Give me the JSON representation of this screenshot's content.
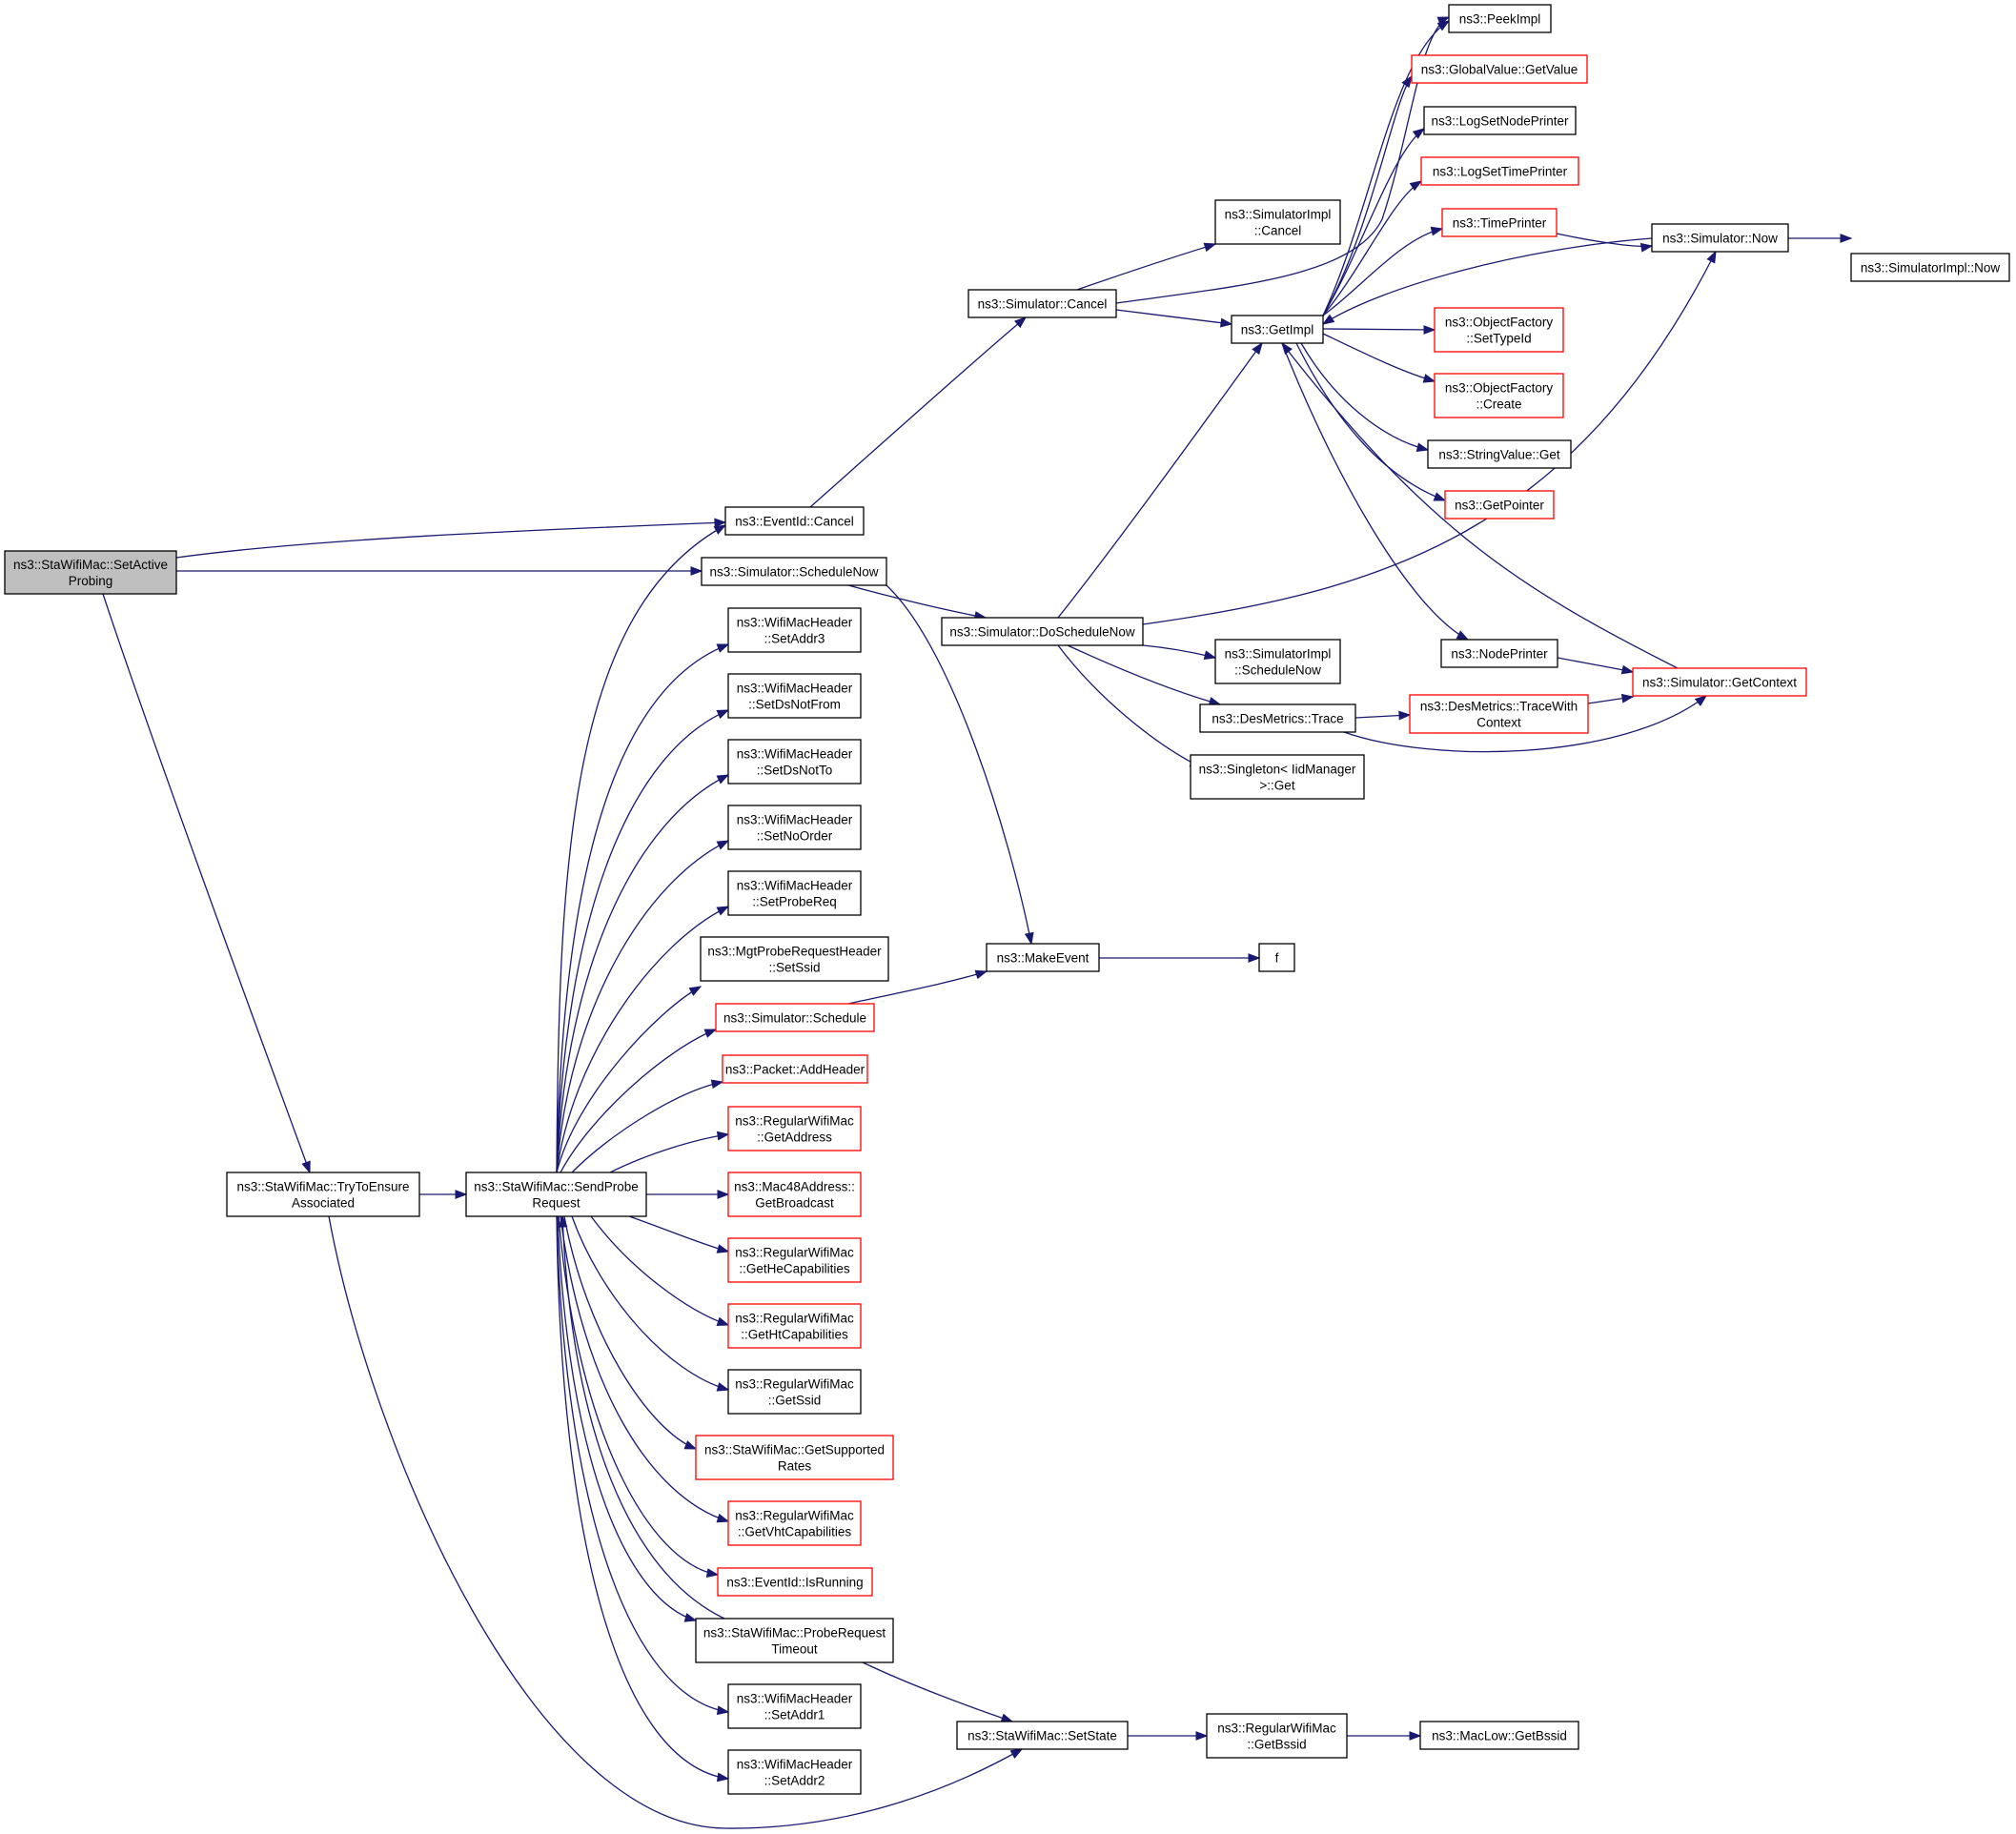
{
  "colors": {
    "edge": "#191970",
    "border_normal": "#000000",
    "border_truncated": "#ff0000",
    "root_fill": "#bfbfbf",
    "node_fill": "#ffffff"
  },
  "nodes": {
    "setActiveProbing": {
      "lines": [
        "ns3::StaWifiMac::SetActive",
        "Probing"
      ],
      "kind": "root"
    },
    "tryToEnsure": {
      "lines": [
        "ns3::StaWifiMac::TryToEnsure",
        "Associated"
      ],
      "kind": "normal"
    },
    "sendProbe": {
      "lines": [
        "ns3::StaWifiMac::SendProbe",
        "Request"
      ],
      "kind": "normal"
    },
    "eventCancel": {
      "lines": [
        "ns3::EventId::Cancel"
      ],
      "kind": "normal"
    },
    "schedNow": {
      "lines": [
        "ns3::Simulator::ScheduleNow"
      ],
      "kind": "normal"
    },
    "setAddr3": {
      "lines": [
        "ns3::WifiMacHeader",
        "::SetAddr3"
      ],
      "kind": "normal"
    },
    "setDsNotFrom": {
      "lines": [
        "ns3::WifiMacHeader",
        "::SetDsNotFrom"
      ],
      "kind": "normal"
    },
    "setDsNotTo": {
      "lines": [
        "ns3::WifiMacHeader",
        "::SetDsNotTo"
      ],
      "kind": "normal"
    },
    "setNoOrder": {
      "lines": [
        "ns3::WifiMacHeader",
        "::SetNoOrder"
      ],
      "kind": "normal"
    },
    "setProbeReq": {
      "lines": [
        "ns3::WifiMacHeader",
        "::SetProbeReq"
      ],
      "kind": "normal"
    },
    "mgtSetSsid": {
      "lines": [
        "ns3::MgtProbeRequestHeader",
        "::SetSsid"
      ],
      "kind": "normal"
    },
    "simSchedule": {
      "lines": [
        "ns3::Simulator::Schedule"
      ],
      "kind": "truncated"
    },
    "addHeader": {
      "lines": [
        "ns3::Packet::AddHeader"
      ],
      "kind": "truncated"
    },
    "getAddress": {
      "lines": [
        "ns3::RegularWifiMac",
        "::GetAddress"
      ],
      "kind": "truncated"
    },
    "getBroadcast": {
      "lines": [
        "ns3::Mac48Address::",
        "GetBroadcast"
      ],
      "kind": "truncated"
    },
    "getHeCap": {
      "lines": [
        "ns3::RegularWifiMac",
        "::GetHeCapabilities"
      ],
      "kind": "truncated"
    },
    "getHtCap": {
      "lines": [
        "ns3::RegularWifiMac",
        "::GetHtCapabilities"
      ],
      "kind": "truncated"
    },
    "getSsid": {
      "lines": [
        "ns3::RegularWifiMac",
        "::GetSsid"
      ],
      "kind": "normal"
    },
    "getSupRates": {
      "lines": [
        "ns3::StaWifiMac::GetSupported",
        "Rates"
      ],
      "kind": "truncated"
    },
    "getVhtCap": {
      "lines": [
        "ns3::RegularWifiMac",
        "::GetVhtCapabilities"
      ],
      "kind": "truncated"
    },
    "isRunning": {
      "lines": [
        "ns3::EventId::IsRunning"
      ],
      "kind": "truncated"
    },
    "probeTimeout": {
      "lines": [
        "ns3::StaWifiMac::ProbeRequest",
        "Timeout"
      ],
      "kind": "normal"
    },
    "setAddr1": {
      "lines": [
        "ns3::WifiMacHeader",
        "::SetAddr1"
      ],
      "kind": "normal"
    },
    "setAddr2": {
      "lines": [
        "ns3::WifiMacHeader",
        "::SetAddr2"
      ],
      "kind": "normal"
    },
    "simCancel": {
      "lines": [
        "ns3::Simulator::Cancel"
      ],
      "kind": "normal"
    },
    "doSchedNow": {
      "lines": [
        "ns3::Simulator::DoScheduleNow"
      ],
      "kind": "normal"
    },
    "makeEvent": {
      "lines": [
        "ns3::MakeEvent"
      ],
      "kind": "normal"
    },
    "setState": {
      "lines": [
        "ns3::StaWifiMac::SetState"
      ],
      "kind": "normal"
    },
    "implCancel": {
      "lines": [
        "ns3::SimulatorImpl",
        "::Cancel"
      ],
      "kind": "normal"
    },
    "getImpl": {
      "lines": [
        "ns3::GetImpl"
      ],
      "kind": "normal"
    },
    "implSchedNow": {
      "lines": [
        "ns3::SimulatorImpl",
        "::ScheduleNow"
      ],
      "kind": "normal"
    },
    "desTrace": {
      "lines": [
        "ns3::DesMetrics::Trace"
      ],
      "kind": "normal"
    },
    "singletonGet": {
      "lines": [
        "ns3::Singleton< IidManager",
        ">::Get"
      ],
      "kind": "normal"
    },
    "f": {
      "lines": [
        "f"
      ],
      "kind": "normal"
    },
    "getBssid": {
      "lines": [
        "ns3::RegularWifiMac",
        "::GetBssid"
      ],
      "kind": "normal"
    },
    "peekImpl": {
      "lines": [
        "ns3::PeekImpl"
      ],
      "kind": "normal"
    },
    "gvGetValue": {
      "lines": [
        "ns3::GlobalValue::GetValue"
      ],
      "kind": "truncated"
    },
    "logNodePrinter": {
      "lines": [
        "ns3::LogSetNodePrinter"
      ],
      "kind": "normal"
    },
    "logTimePrinter": {
      "lines": [
        "ns3::LogSetTimePrinter"
      ],
      "kind": "truncated"
    },
    "timePrinter": {
      "lines": [
        "ns3::TimePrinter"
      ],
      "kind": "truncated"
    },
    "ofSetTypeId": {
      "lines": [
        "ns3::ObjectFactory",
        "::SetTypeId"
      ],
      "kind": "truncated"
    },
    "ofCreate": {
      "lines": [
        "ns3::ObjectFactory",
        "::Create"
      ],
      "kind": "truncated"
    },
    "svGet": {
      "lines": [
        "ns3::StringValue::Get"
      ],
      "kind": "normal"
    },
    "getPointer": {
      "lines": [
        "ns3::GetPointer"
      ],
      "kind": "truncated"
    },
    "nodePrinter": {
      "lines": [
        "ns3::NodePrinter"
      ],
      "kind": "normal"
    },
    "traceWithCtx": {
      "lines": [
        "ns3::DesMetrics::TraceWith",
        "Context"
      ],
      "kind": "truncated"
    },
    "macLowBssid": {
      "lines": [
        "ns3::MacLow::GetBssid"
      ],
      "kind": "normal"
    },
    "simNow": {
      "lines": [
        "ns3::Simulator::Now"
      ],
      "kind": "normal"
    },
    "getContext": {
      "lines": [
        "ns3::Simulator::GetContext"
      ],
      "kind": "truncated"
    },
    "implNow": {
      "lines": [
        "ns3::SimulatorImpl::Now"
      ],
      "kind": "normal"
    }
  },
  "edges": [
    [
      "setActiveProbing",
      "eventCancel"
    ],
    [
      "setActiveProbing",
      "schedNow"
    ],
    [
      "setActiveProbing",
      "tryToEnsure"
    ],
    [
      "tryToEnsure",
      "sendProbe"
    ],
    [
      "tryToEnsure",
      "setState"
    ],
    [
      "sendProbe",
      "eventCancel"
    ],
    [
      "sendProbe",
      "setAddr3"
    ],
    [
      "sendProbe",
      "setDsNotFrom"
    ],
    [
      "sendProbe",
      "setDsNotTo"
    ],
    [
      "sendProbe",
      "setNoOrder"
    ],
    [
      "sendProbe",
      "setProbeReq"
    ],
    [
      "sendProbe",
      "mgtSetSsid"
    ],
    [
      "sendProbe",
      "simSchedule"
    ],
    [
      "sendProbe",
      "addHeader"
    ],
    [
      "sendProbe",
      "getAddress"
    ],
    [
      "sendProbe",
      "getBroadcast"
    ],
    [
      "sendProbe",
      "getHeCap"
    ],
    [
      "sendProbe",
      "getHtCap"
    ],
    [
      "sendProbe",
      "getSsid"
    ],
    [
      "sendProbe",
      "getSupRates"
    ],
    [
      "sendProbe",
      "getVhtCap"
    ],
    [
      "sendProbe",
      "isRunning"
    ],
    [
      "sendProbe",
      "probeTimeout"
    ],
    [
      "sendProbe",
      "setAddr1"
    ],
    [
      "sendProbe",
      "setAddr2"
    ],
    [
      "probeTimeout",
      "sendProbe"
    ],
    [
      "probeTimeout",
      "setState"
    ],
    [
      "eventCancel",
      "simCancel"
    ],
    [
      "schedNow",
      "doSchedNow"
    ],
    [
      "schedNow",
      "makeEvent"
    ],
    [
      "simSchedule",
      "makeEvent"
    ],
    [
      "simCancel",
      "implCancel"
    ],
    [
      "simCancel",
      "getImpl"
    ],
    [
      "simCancel",
      "peekImpl"
    ],
    [
      "doSchedNow",
      "getImpl"
    ],
    [
      "doSchedNow",
      "implSchedNow"
    ],
    [
      "doSchedNow",
      "desTrace"
    ],
    [
      "doSchedNow",
      "singletonGet"
    ],
    [
      "doSchedNow",
      "simNow"
    ],
    [
      "makeEvent",
      "f"
    ],
    [
      "setState",
      "getBssid"
    ],
    [
      "getBssid",
      "macLowBssid"
    ],
    [
      "desTrace",
      "traceWithCtx"
    ],
    [
      "desTrace",
      "getContext"
    ],
    [
      "traceWithCtx",
      "getContext"
    ],
    [
      "nodePrinter",
      "getContext"
    ],
    [
      "getContext",
      "getImpl"
    ],
    [
      "simNow",
      "getImpl"
    ],
    [
      "simNow",
      "implNow"
    ],
    [
      "timePrinter",
      "simNow"
    ],
    [
      "getImpl",
      "peekImpl"
    ],
    [
      "getImpl",
      "gvGetValue"
    ],
    [
      "getImpl",
      "logNodePrinter"
    ],
    [
      "getImpl",
      "logTimePrinter"
    ],
    [
      "getImpl",
      "timePrinter"
    ],
    [
      "getImpl",
      "ofSetTypeId"
    ],
    [
      "getImpl",
      "ofCreate"
    ],
    [
      "getImpl",
      "svGet"
    ],
    [
      "getImpl",
      "getPointer"
    ],
    [
      "getImpl",
      "nodePrinter"
    ]
  ]
}
